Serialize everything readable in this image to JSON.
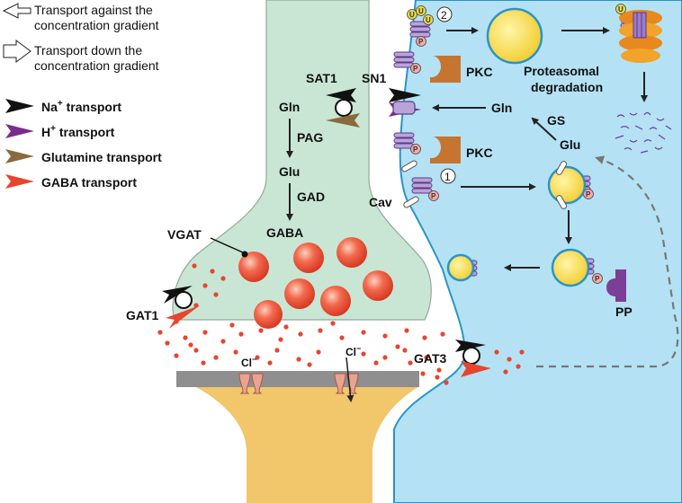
{
  "legend": {
    "against_line1": "Transport against the",
    "against_line2": "concentration gradient",
    "down_line1": "Transport down the",
    "down_line2": "concentration gradient",
    "na_prefix": "Na",
    "na_suffix": " transport",
    "h_prefix": "H",
    "h_suffix": " transport",
    "plus": "+",
    "glutamine": "Glutamine transport",
    "gaba": "GABA transport"
  },
  "presynaptic": {
    "sat1": "SAT1",
    "gln": "Gln",
    "pag": "PAG",
    "glu": "Glu",
    "gad": "GAD",
    "gaba": "GABA",
    "vgat": "VGAT",
    "gat1": "GAT1"
  },
  "synapse": {
    "cl_left": "Cl",
    "cl_right": "Cl",
    "minus": "−"
  },
  "astrocyte": {
    "sn1": "SN1",
    "gln": "Gln",
    "gs": "GS",
    "glu": "Glu",
    "pkc_top": "PKC",
    "pkc_mid": "PKC",
    "proteasomal_line1": "Proteasomal",
    "proteasomal_line2": "degradation",
    "cav": "Cav",
    "pp": "PP",
    "gat3": "GAT3",
    "step1": "1",
    "step2": "2",
    "ub": "U",
    "phos": "P"
  },
  "colors": {
    "presynaptic_fill": "#c9e6d5",
    "astrocyte_fill": "#b4e2f4",
    "postsynaptic_fill": "#f2c66a",
    "gaba_dot": "#e8452e",
    "na_arrow": "#111111",
    "h_arrow": "#7b2d8e",
    "glutamine_arrow": "#8a6a3c",
    "gaba_arrow": "#e8452e",
    "pkc": "#c5752f",
    "pp": "#7b3f98",
    "ubiquitin": "#e9d84a",
    "phosphate": "#f3aaa7"
  }
}
